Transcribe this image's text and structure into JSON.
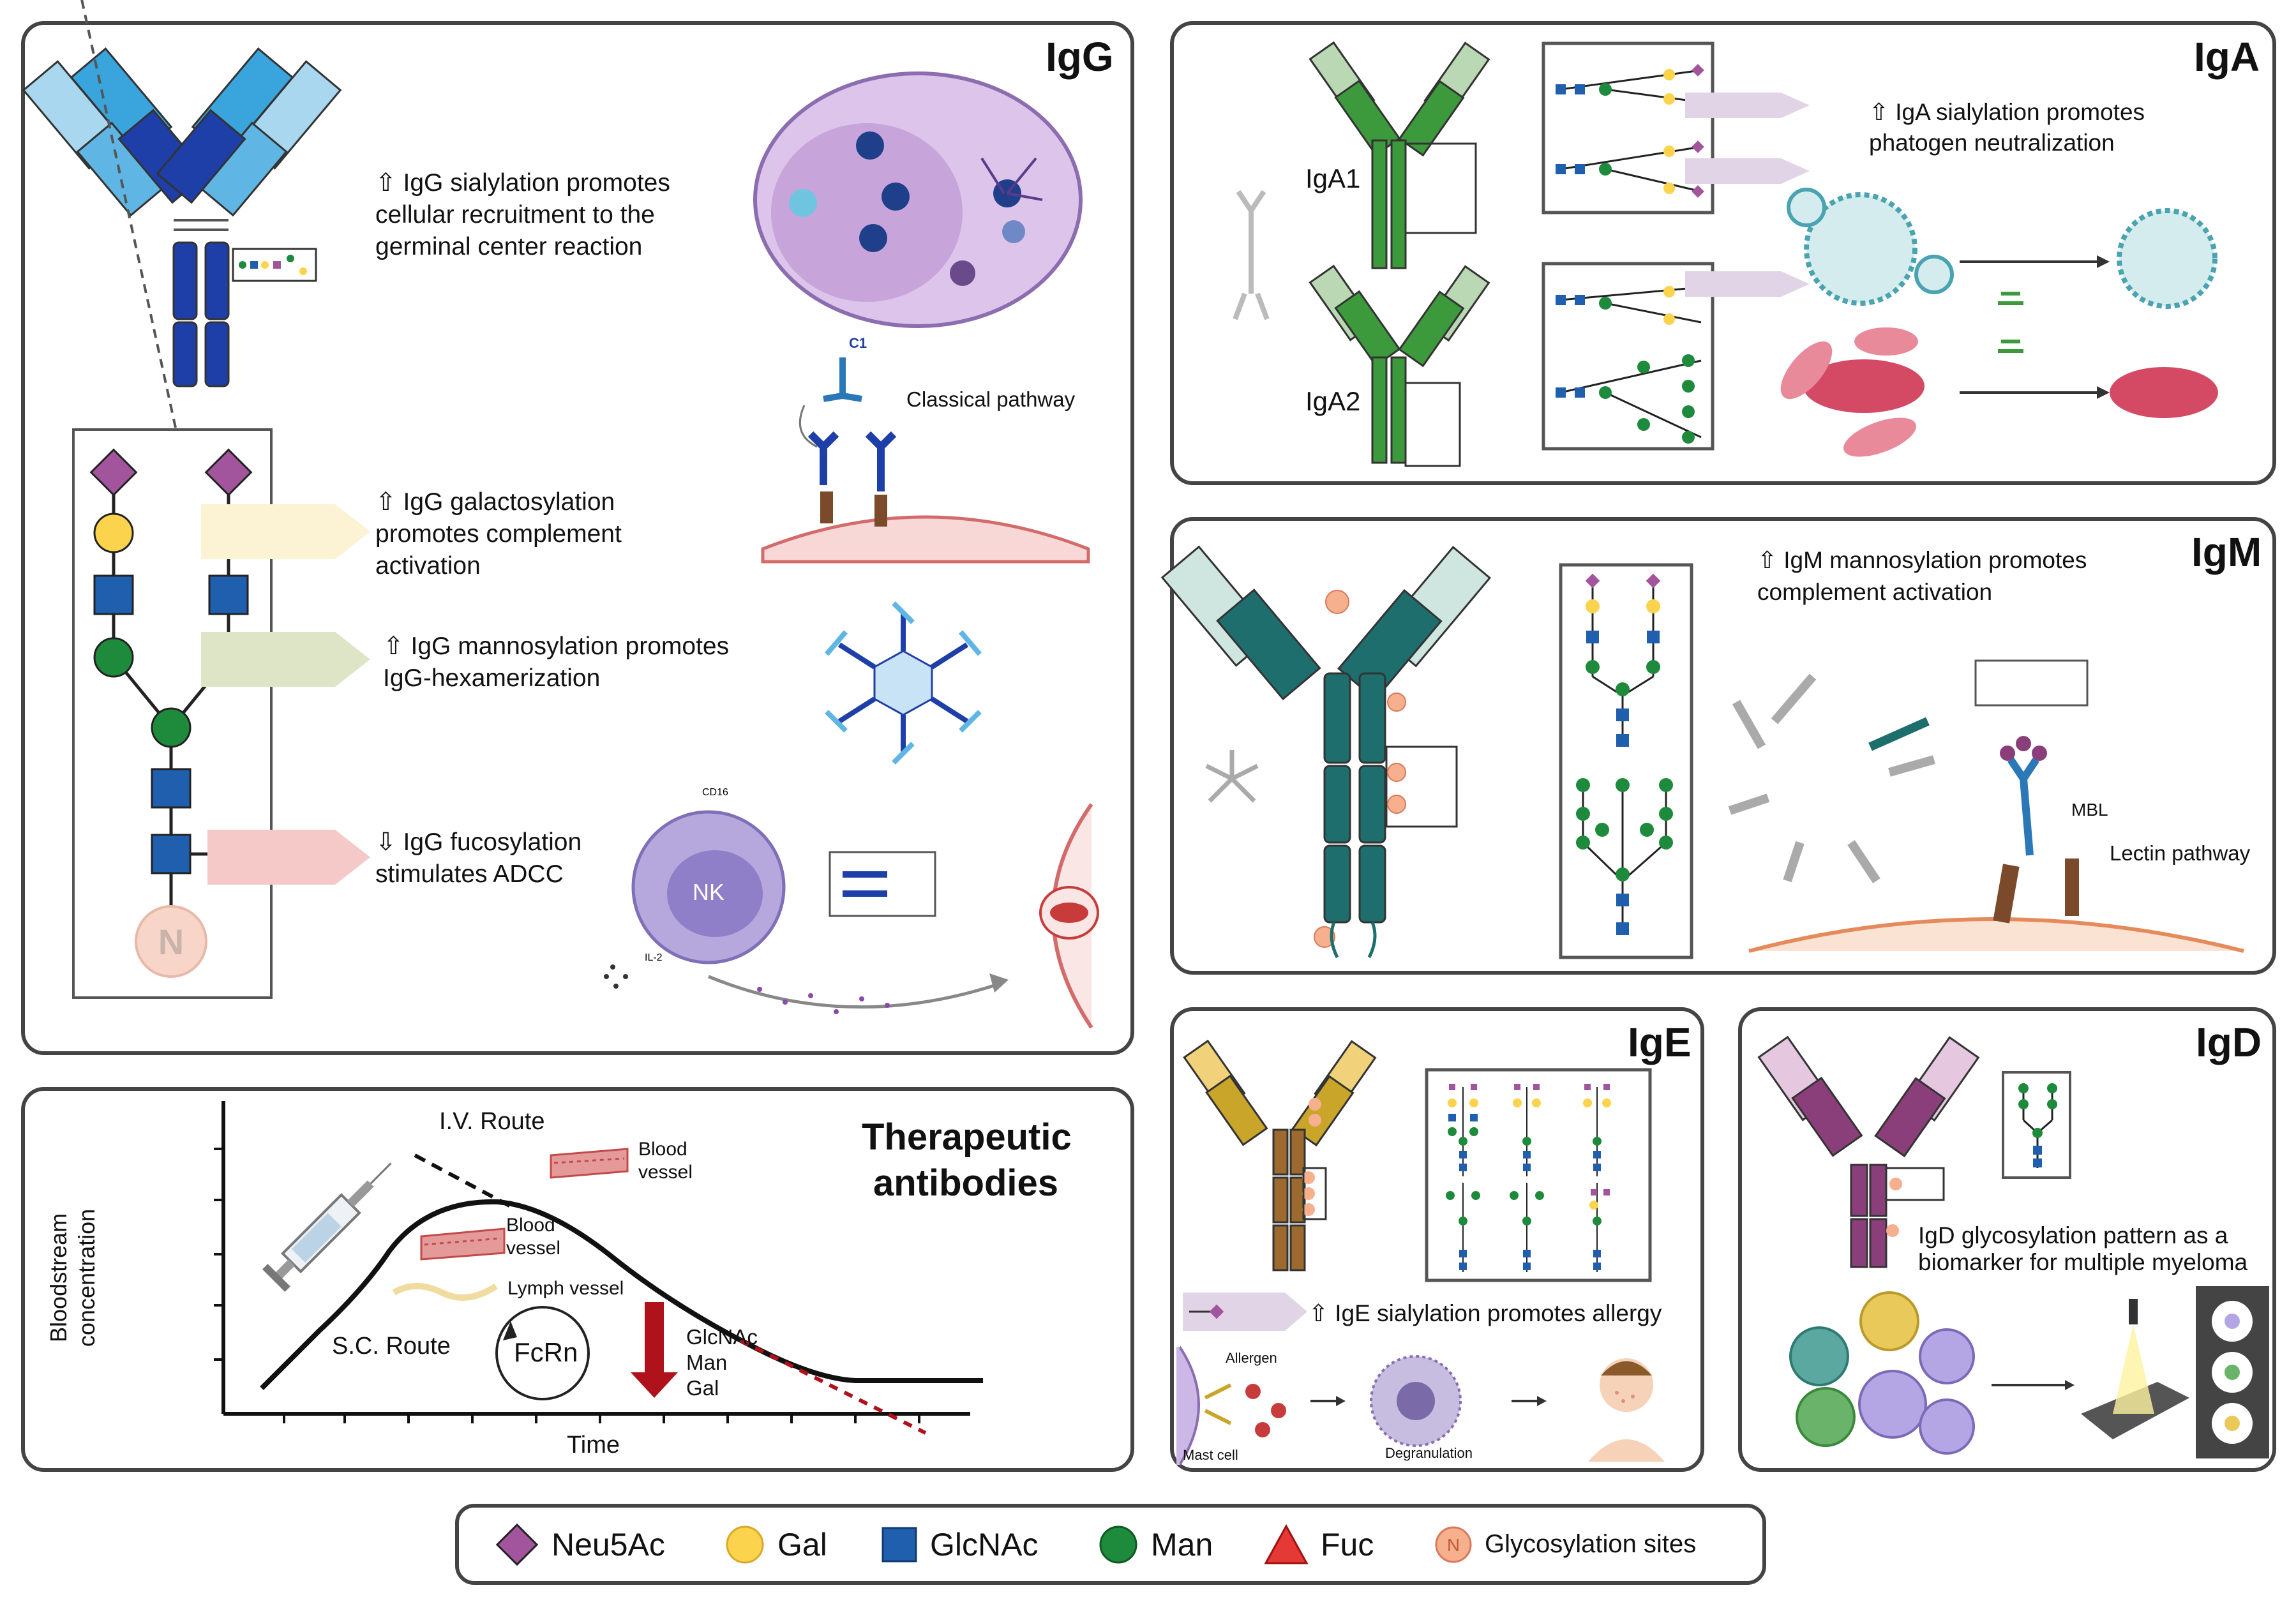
{
  "igg": {
    "title": "IgG",
    "sialylation_text": "⇧ IgG sialylation promotes\ncellular recruitment to the\ngerminal center reaction",
    "galactosylation_text": "⇧ IgG galactosylation\npromotes complement\nactivation",
    "mannosylation_text": "⇧ IgG mannosylation promotes\nIgG-hexamerization",
    "fucosylation_text": "⇩ IgG fucosylation\nstimulates ADCC",
    "classical_pathway": "Classical pathway",
    "c1_label": "C1",
    "nk_label": "NK",
    "cd16_label": "CD16",
    "il2_label": "IL-2",
    "n_label": "N"
  },
  "iga": {
    "title": "IgA",
    "iga1_label": "IgA1",
    "iga2_label": "IgA2",
    "sialylation_text": "⇧ IgA sialylation promotes\nphatogen neutralization"
  },
  "igm": {
    "title": "IgM",
    "mannosylation_text": "⇧ IgM mannosylation promotes\ncomplement activation",
    "mbl_label": "MBL",
    "lectin_pathway": "Lectin pathway"
  },
  "ige": {
    "title": "IgE",
    "sialylation_text": "⇧ IgE sialylation promotes allergy",
    "allergen_label": "Allergen",
    "mast_cell_label": "Mast cell",
    "degranulation_label": "Degranulation"
  },
  "igd": {
    "title": "IgD",
    "biomarker_text": "IgD glycosylation pattern as a\nbiomarker for multiple myeloma"
  },
  "therapeutic": {
    "title_line1": "Therapeutic",
    "title_line2": "antibodies",
    "iv_route": "I.V. Route",
    "sc_route": "S.C. Route",
    "blood_vessel_1": "Blood\nvessel",
    "blood_vessel_2": "Blood\nvessel",
    "lymph_vessel": "Lymph vessel",
    "fcrn_label": "FcRn",
    "glycans": "GlcNAc\nMan\nGal",
    "ylabel": "Bloodstream\nconcentration",
    "xlabel": "Time"
  },
  "legend": {
    "neu5ac": "Neu5Ac",
    "gal": "Gal",
    "glcnac": "GlcNAc",
    "man": "Man",
    "fuc": "Fuc",
    "glyco_sites": "Glycosylation sites",
    "n_symbol": "N"
  },
  "colors": {
    "neu5ac": "#a2559d",
    "gal": "#fcd34d",
    "glcnac": "#1f5fae",
    "man": "#1e8a3c",
    "fuc": "#e53935",
    "glyco_site": "#f6b08e",
    "igg_blue": "#1f3fa8",
    "iga_green": "#3c9a3c",
    "igm_teal": "#1e6e6e",
    "ige_brown": "#9c6a2e",
    "igd_purple": "#8a3f7a"
  }
}
